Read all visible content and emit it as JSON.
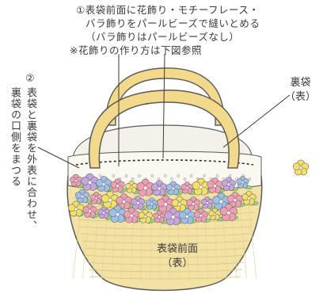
{
  "notes": {
    "step1_lines": [
      "①表袋前面に花飾り・モチーフレース・",
      "バラ飾りをパールビーズで縫いとめる",
      "（バラ飾りはパールビーズなし）",
      "※花飾りの作り方は下図参照"
    ],
    "step2_marker": "②",
    "step2_col1": "表袋と裏袋を外表に合わせ、",
    "step2_col2": "裏袋の口側をまつる"
  },
  "labels": {
    "lining_line1": "裏袋",
    "lining_line2": "（表）",
    "front_line1": "表袋前面",
    "front_line2": "（表）"
  },
  "colors": {
    "outline": "#5a5a5a",
    "handle": "#f3d98c",
    "basket": "#f3e2a6",
    "lace": "#f4f1ea",
    "stitch": "#2b2b2b",
    "flower_pink": "#ef9fb4",
    "flower_blue": "#9fc0e6",
    "flower_yellow": "#f3df6a",
    "flower_purple": "#c7a6de",
    "leaf": "#9ccf7d"
  },
  "flower_count": 38
}
